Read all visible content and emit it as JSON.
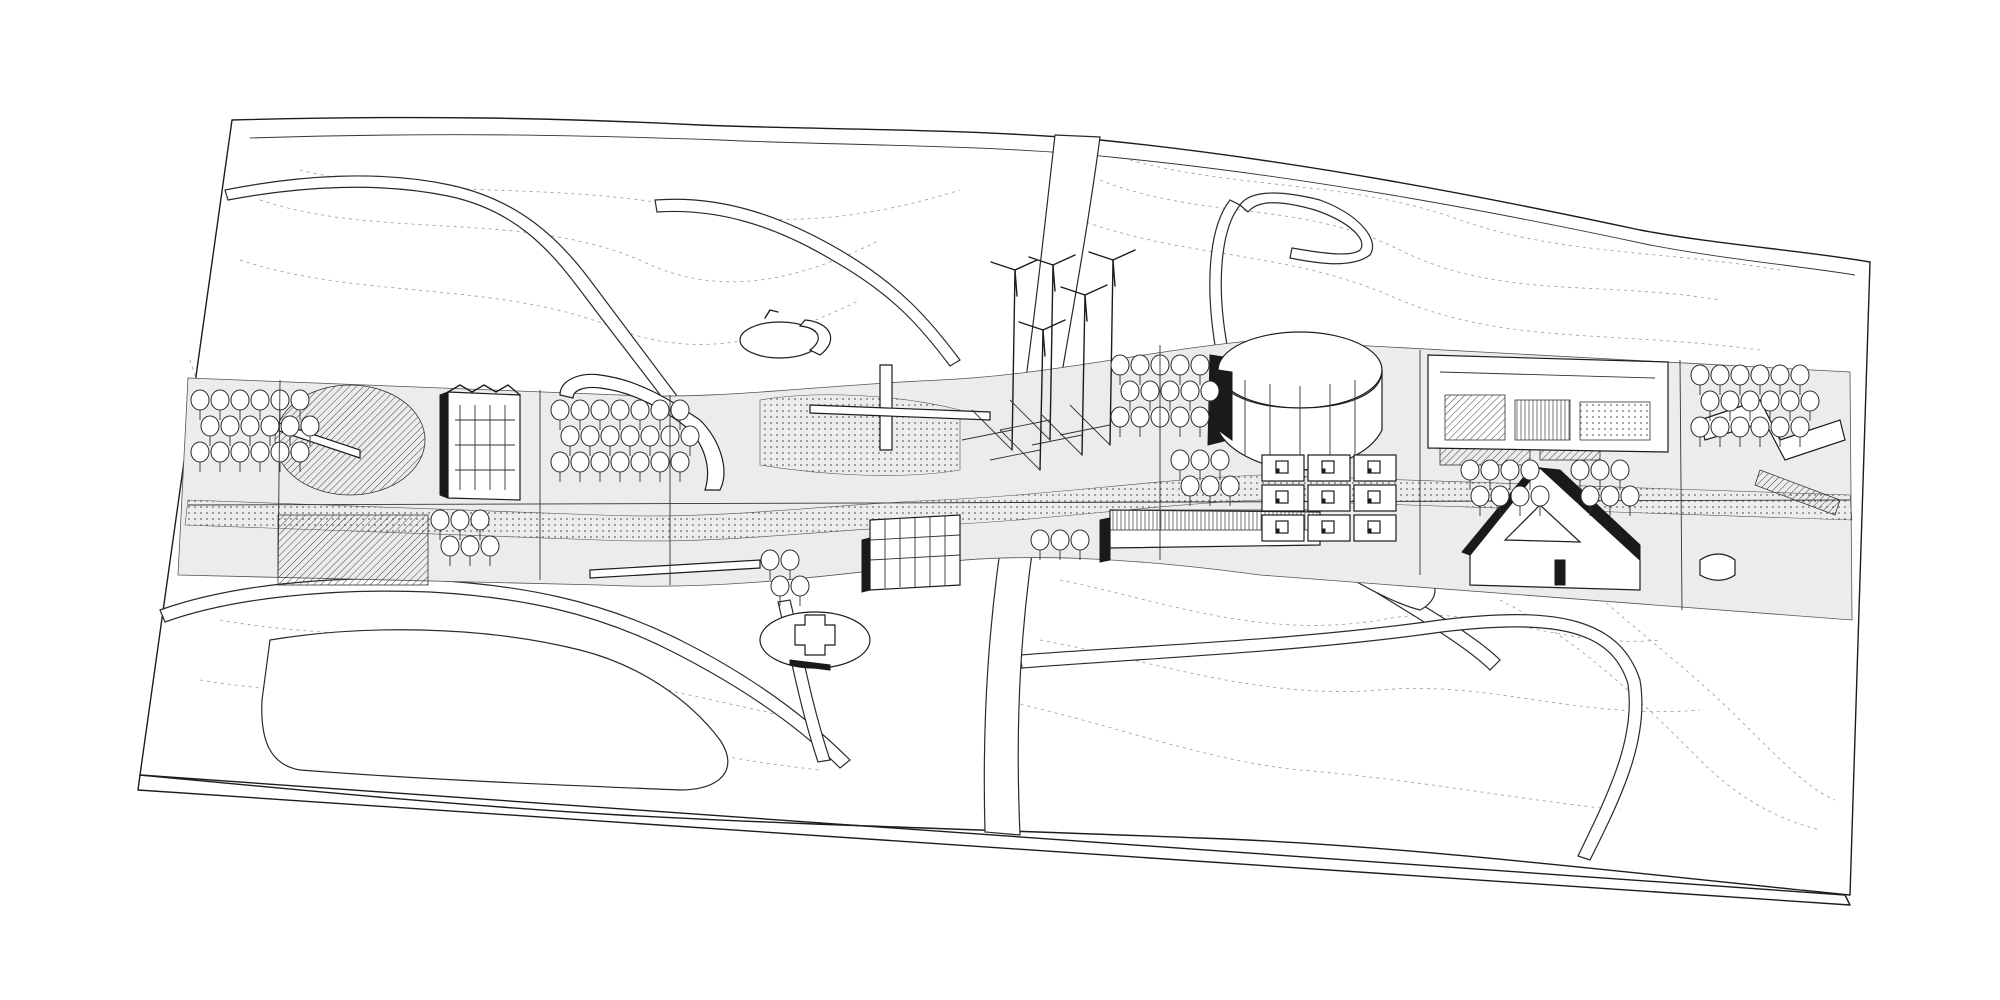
{
  "drawing": {
    "view": "axonometric-site-plan",
    "style": "black-line-drawing",
    "colors": {
      "ink": "#1c1c1c",
      "ground": "#ffffff",
      "band_tone": "#ececec",
      "contour": "#9a9a9a"
    },
    "features": [
      "site-slab",
      "contour-lines",
      "curving-paths",
      "central-road",
      "activity-band",
      "wind-turbines",
      "circular-pavilion",
      "greenhouse",
      "long-shed",
      "triangular-pavilion",
      "ring-plaza",
      "cross-pavilion",
      "tree-groves",
      "plot-grid",
      "elevated-walkway"
    ],
    "wind_turbine_count": 5,
    "plot_cell_count": 9
  }
}
